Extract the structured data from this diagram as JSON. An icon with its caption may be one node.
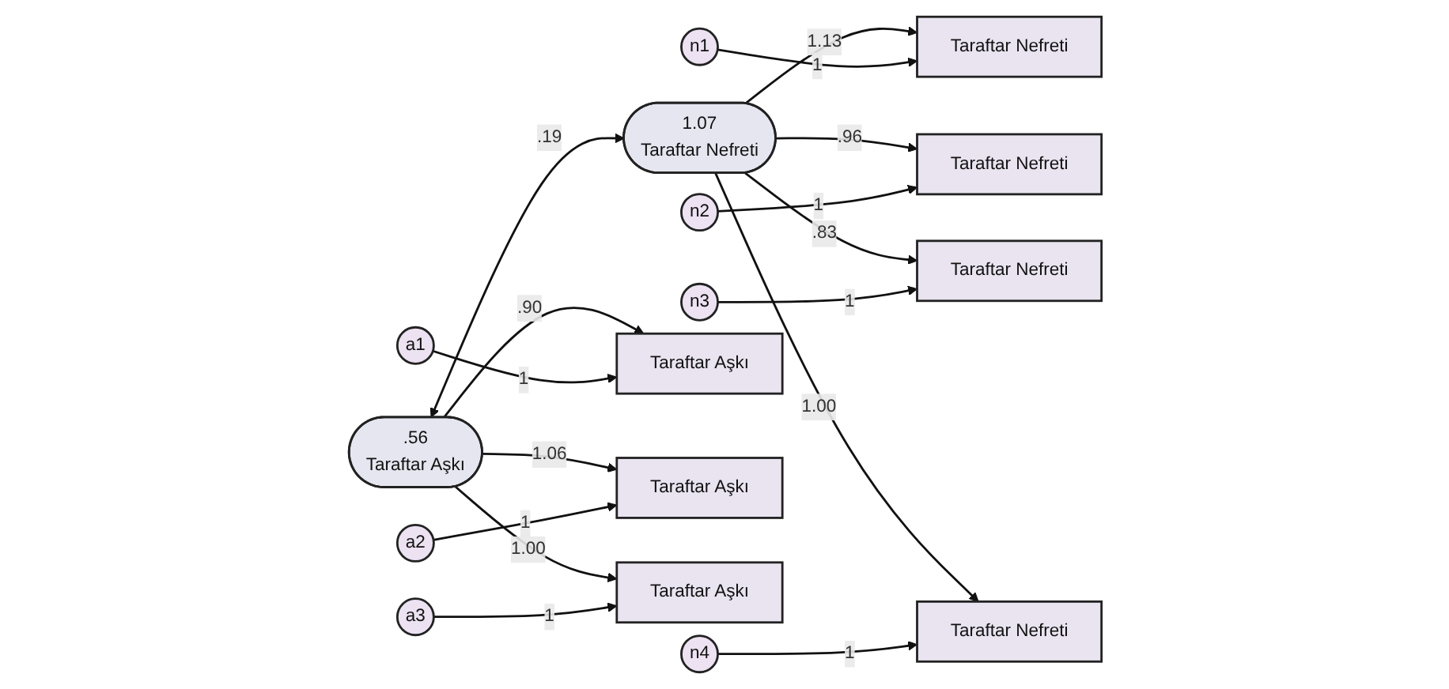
{
  "diagram": {
    "nodes": [
      {
        "text": [
          "a1"
        ]
      },
      {
        "text": [
          "a2"
        ]
      },
      {
        "text": [
          "a3"
        ]
      },
      {
        "text": [
          "n1"
        ]
      },
      {
        "text": [
          "n2"
        ]
      },
      {
        "text": [
          "n3"
        ]
      },
      {
        "text": [
          "n4"
        ]
      },
      {
        "text": [
          "Taraftar Aşkı"
        ]
      },
      {
        "text": [
          "Taraftar Aşkı"
        ]
      },
      {
        "text": [
          "Taraftar Aşkı"
        ]
      },
      {
        "text": [
          "Taraftar Nefreti"
        ]
      },
      {
        "text": [
          "Taraftar Nefreti"
        ]
      },
      {
        "text": [
          "Taraftar Nefreti"
        ]
      },
      {
        "text": [
          "Taraftar Nefreti"
        ]
      },
      {
        "text": [
          ".56",
          "Taraftar Aşkı"
        ]
      },
      {
        "text": [
          "1.07",
          "Taraftar Nefreti"
        ]
      }
    ],
    "edges": [
      {
        "from": 0,
        "to": 7,
        "arrow": "to",
        "label": "1"
      },
      {
        "from": 1,
        "to": 8,
        "arrow": "to",
        "label": "1"
      },
      {
        "from": 2,
        "to": 9,
        "arrow": "to",
        "label": "1"
      },
      {
        "from": 3,
        "to": 10,
        "arrow": "to",
        "label": "1"
      },
      {
        "from": 4,
        "to": 11,
        "arrow": "to",
        "label": "1"
      },
      {
        "from": 5,
        "to": 12,
        "arrow": "to",
        "label": "1"
      },
      {
        "from": 6,
        "to": 13,
        "arrow": "to",
        "label": "1"
      },
      {
        "from": 14,
        "to": 7,
        "arrow": "to",
        "label": ".90"
      },
      {
        "from": 14,
        "to": 8,
        "arrow": "to",
        "label": "1.06"
      },
      {
        "from": 14,
        "to": 9,
        "arrow": "to",
        "label": "1.00"
      },
      {
        "from": 15,
        "to": 10,
        "arrow": "to",
        "label": "1.13"
      },
      {
        "from": 15,
        "to": 11,
        "arrow": "to",
        "label": ".96"
      },
      {
        "from": 15,
        "to": 12,
        "arrow": "to",
        "label": ".83"
      },
      {
        "from": 15,
        "to": 13,
        "arrow": "to",
        "label": "1.00"
      },
      {
        "from": 14,
        "to": 15,
        "arrow": "both",
        "label": ".19"
      }
    ]
  }
}
